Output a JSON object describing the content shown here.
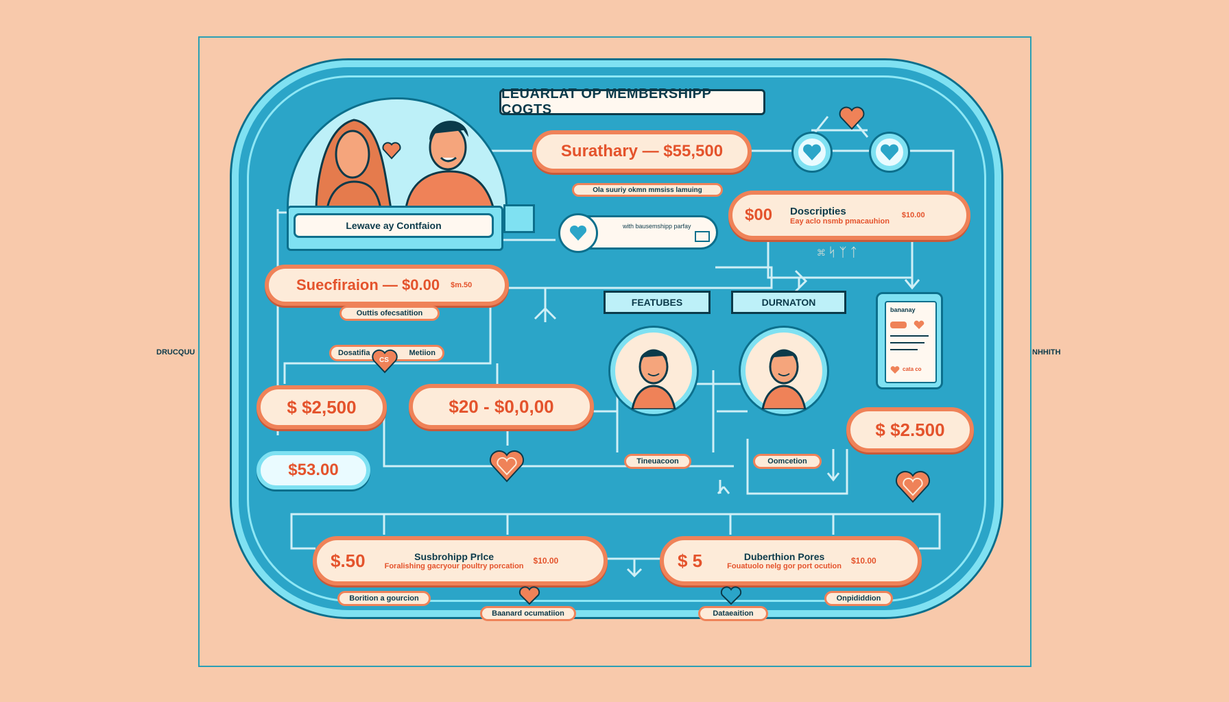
{
  "title": "LEUARLAT OP MEMBERSHIPP COGTS",
  "side_labels": {
    "left": "DRUCQUU",
    "right": "NHHITH"
  },
  "couple_caption": "Lewave ay Contfaion",
  "toggle_caption": "with bausemshipp parfay",
  "pills": {
    "top": "Surathary — $55,500",
    "top_tag": "Ola suuriy okmn mmsiss lamuing",
    "descriptions_left": "$00",
    "descriptions_title": "Doscripties",
    "descriptions_sub": "Eay aclo nsmb pmacauhion",
    "descriptions_right": "$10.00",
    "descriptions_scribble": "⌘ ᛋ ᛉ ᛏ",
    "subscription": "Suecfiraion — $0.00",
    "subscription_right": "$m.50",
    "subscription_tag": "Outtis ofecsatition",
    "small_tag_left": "Dosatifia",
    "small_tag_right": "Metiion",
    "small_tag_heart": "CS",
    "price_a": "$ $2,500",
    "price_b": "$20 - $0,0,00",
    "price_c": "$53.00",
    "price_d": "$ $2.500",
    "bottom_left_value": "$.50",
    "bottom_left_title": "Susbrohipp Prlce",
    "bottom_left_sub": "Foralishing gacryour poultry porcation",
    "bottom_left_right": "$10.00",
    "bottom_right_value": "$ 5",
    "bottom_right_title": "Duberthion Pores",
    "bottom_right_sub": "Fouatuolo nelg gor port ocution",
    "bottom_right_right": "$10.00"
  },
  "ribbons": {
    "features": "FEATUBES",
    "duration": "DURNATON"
  },
  "person_tags": {
    "left": "Tineuacoon",
    "right": "Oomcetion"
  },
  "card": {
    "header": "bananay",
    "footer": "cata co"
  },
  "bottom_tags": [
    "Borition a gourcion",
    "Baanard ocumatiion",
    "Dataeaition",
    "Onpididdion"
  ],
  "colors": {
    "background": "#f8c9ab",
    "board": "#2ba5c8",
    "accent": "#ef8258",
    "rim": "#7fe1f2",
    "ink": "#0b3a4a"
  }
}
